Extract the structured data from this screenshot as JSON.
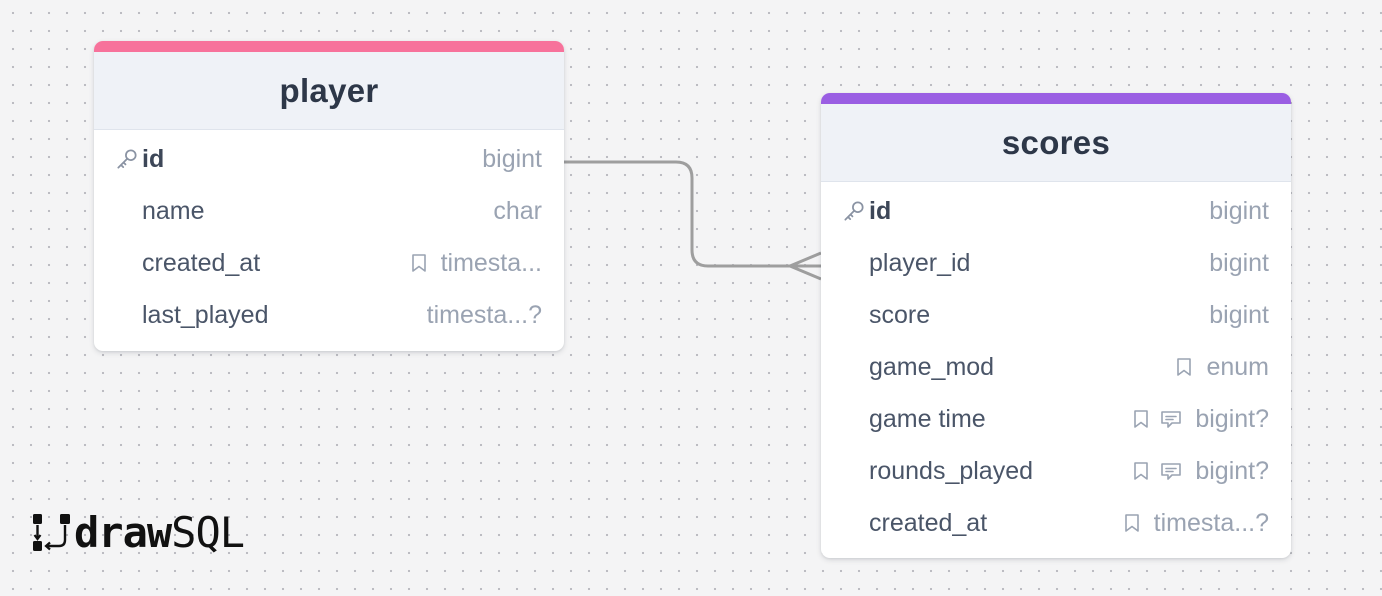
{
  "tables": {
    "player": {
      "name": "player",
      "accent_color": "#f7729b",
      "columns": [
        {
          "name": "id",
          "type": "bigint",
          "primary_key": true,
          "icons": [
            "key-icon"
          ]
        },
        {
          "name": "name",
          "type": "char",
          "icons": []
        },
        {
          "name": "created_at",
          "type": "timesta...",
          "icons": [
            "bookmark-icon"
          ]
        },
        {
          "name": "last_played",
          "type": "timesta...?",
          "icons": []
        }
      ]
    },
    "scores": {
      "name": "scores",
      "accent_color": "#9a5ee3",
      "columns": [
        {
          "name": "id",
          "type": "bigint",
          "primary_key": true,
          "icons": [
            "key-icon"
          ]
        },
        {
          "name": "player_id",
          "type": "bigint",
          "icons": []
        },
        {
          "name": "score",
          "type": "bigint",
          "icons": []
        },
        {
          "name": "game_mod",
          "type": "enum",
          "icons": [
            "bookmark-icon"
          ]
        },
        {
          "name": "game time",
          "type": "bigint?",
          "icons": [
            "bookmark-icon",
            "comment-icon"
          ]
        },
        {
          "name": "rounds_played",
          "type": "bigint?",
          "icons": [
            "bookmark-icon",
            "comment-icon"
          ]
        },
        {
          "name": "created_at",
          "type": "timesta...?",
          "icons": [
            "bookmark-icon"
          ]
        }
      ]
    }
  },
  "relationships": [
    {
      "from": "player.id",
      "to": "scores.player_id",
      "cardinality": "one-to-many"
    }
  ],
  "logo": {
    "bold": "draw",
    "light": "SQL"
  }
}
